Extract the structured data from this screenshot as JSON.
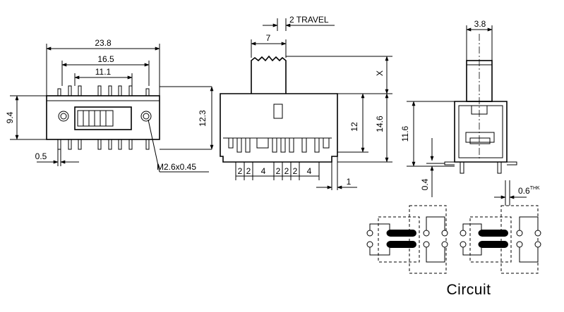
{
  "diagram": {
    "front_view": {
      "width_overall": "23.8",
      "pin_span": "16.5",
      "inner_span": "11.1",
      "height": "9.4",
      "pin_offset": "0.5",
      "mount_hole": "M2.6x0.45"
    },
    "side_view": {
      "travel": "2 TRAVEL",
      "actuator_width": "7",
      "actuator_height": "X",
      "body_height": "12.3",
      "height_12": "12",
      "height_total": "14.6",
      "pitch_labels": [
        "2",
        "2",
        "4",
        "2",
        "2",
        "2",
        "4"
      ],
      "pin_end": "1"
    },
    "end_view": {
      "actuator_thickness": "3.8",
      "height": "11.6",
      "bottom_offset": "0.4",
      "pin_thickness": "0.6",
      "pin_thickness_suffix": "THK"
    },
    "circuit": {
      "caption": "Circuit"
    }
  }
}
